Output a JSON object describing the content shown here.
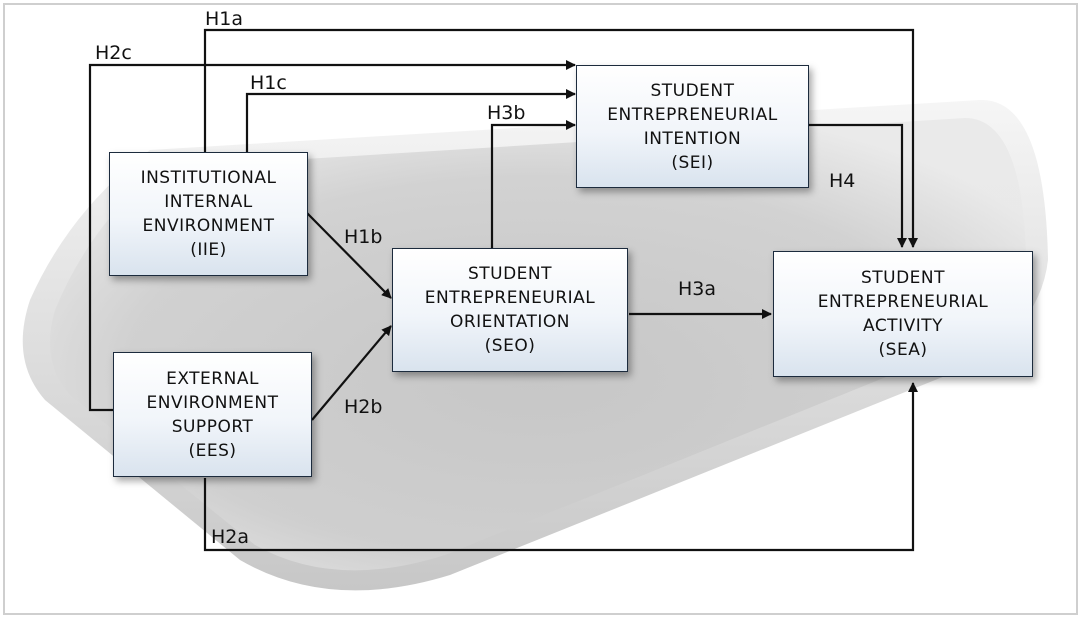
{
  "nodes": {
    "iie": {
      "lines": [
        "INSTITUTIONAL",
        "INTERNAL",
        "ENVIRONMENT",
        "(IIE)"
      ]
    },
    "ees": {
      "lines": [
        "EXTERNAL",
        "ENVIRONMENT",
        "SUPPORT",
        "(EES)"
      ]
    },
    "seo": {
      "lines": [
        "STUDENT",
        "ENTREPRENEURIAL",
        "ORIENTATION",
        "(SEO)"
      ]
    },
    "sei": {
      "lines": [
        "STUDENT",
        "ENTREPRENEURIAL",
        "INTENTION",
        "(SEI)"
      ]
    },
    "sea": {
      "lines": [
        "STUDENT",
        "ENTREPRENEURIAL",
        "ACTIVITY",
        "(SEA)"
      ]
    }
  },
  "hypotheses": {
    "h1a": "H1a",
    "h1b": "H1b",
    "h1c": "H1c",
    "h2a": "H2a",
    "h2b": "H2b",
    "h2c": "H2c",
    "h3a": "H3a",
    "h3b": "H3b",
    "h4": "H4"
  },
  "colors": {
    "line": "#111111",
    "box_border": "#1c2b3d",
    "box_fill_top": "#ffffff",
    "box_fill_bottom": "#d9e3ee",
    "tray": "#c8c8c8"
  }
}
